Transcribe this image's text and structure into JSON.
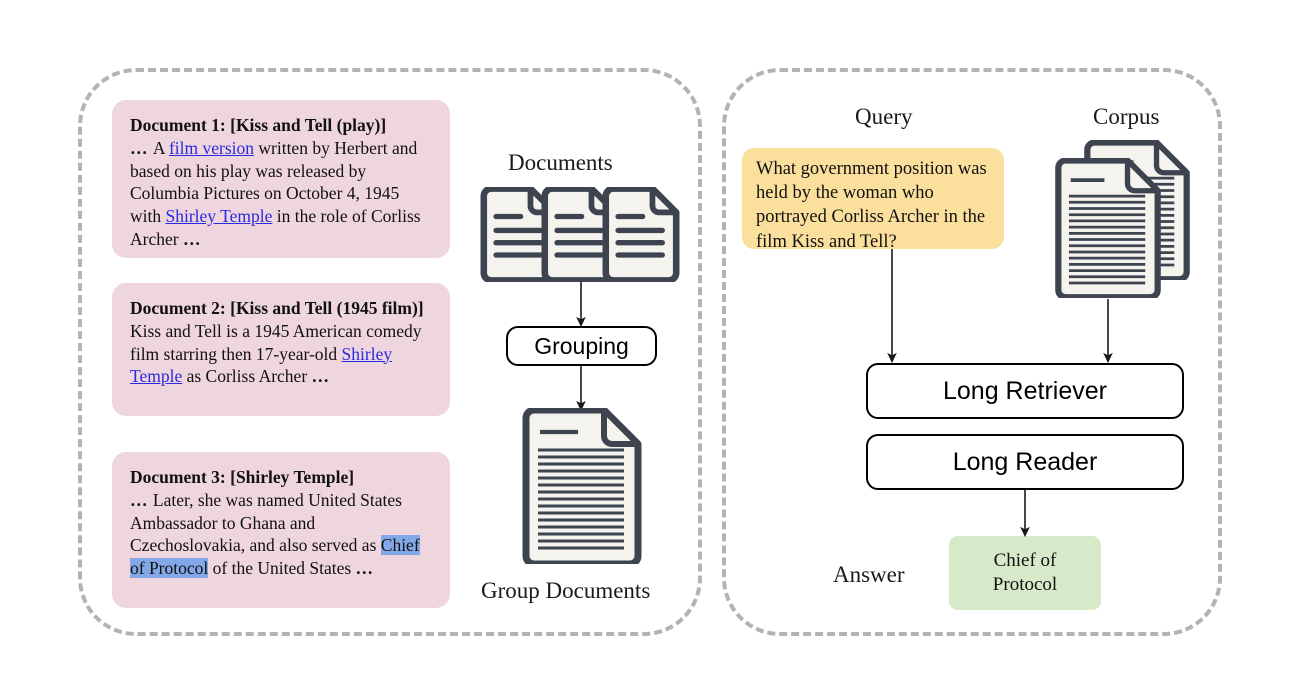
{
  "panels": {
    "left_name": "grouping-stage-panel",
    "right_name": "retrieval-stage-panel"
  },
  "left_panel": {
    "documents": [
      {
        "title": "Document 1: [Kiss and Tell (play)]",
        "body_plain": "… A film version written by Herbert and based on his play was released by Columbia Pictures on October 4, 1945 with Shirley Temple in the role of Corliss Archer …",
        "links": [
          "film version",
          "Shirley Temple"
        ],
        "highlights": []
      },
      {
        "title": "Document 2: [Kiss and Tell (1945 film)]",
        "body_plain": "Kiss and Tell is a 1945 American comedy film starring then 17-year-old Shirley Temple as Corliss Archer …",
        "links": [
          "Shirley Temple"
        ],
        "highlights": []
      },
      {
        "title": "Document 3: [Shirley Temple]",
        "body_plain": "… Later, she was named United States Ambassador to Ghana and Czechoslovakia, and also served as Chief of Protocol of the United States …",
        "links": [],
        "highlights": [
          "Chief of Protocol"
        ]
      }
    ],
    "doc1": {
      "title": "Document 1: [Kiss and Tell (play)]",
      "t0": "… ",
      "t1": "A ",
      "link1": "film version",
      "t2": " written by Herbert and based on his play was released by Columbia Pictures on October 4, 1945 with ",
      "link2": "Shirley Temple",
      "t3": " in the role of Corliss Archer ",
      "t4": "…"
    },
    "doc2": {
      "title": "Document 2: [Kiss and Tell (1945 film)]",
      "t1": "Kiss and Tell is a 1945 American comedy film starring then 17-year-old ",
      "link1": "Shirley Temple",
      "t2": " as Corliss Archer ",
      "t3": "…"
    },
    "doc3": {
      "title": "Document 3: [Shirley Temple]",
      "t0": "… ",
      "t1": "Later, she was named United States Ambassador to Ghana and Czechoslovakia, and also served as ",
      "hl1": "Chief of Protocol",
      "t2": " of the United States ",
      "t3": "…"
    },
    "flow": {
      "documents_label": "Documents",
      "grouping_label": "Grouping",
      "group_documents_label": "Group Documents"
    }
  },
  "right_panel": {
    "query_label": "Query",
    "corpus_label": "Corpus",
    "answer_label": "Answer",
    "query_text": "What government position was held by the woman who portrayed Corliss Archer in the film Kiss and Tell?",
    "long_retriever_label": "Long Retriever",
    "long_reader_label": "Long Reader",
    "answer_text": "Chief of Protocol",
    "answer_line1": "Chief of",
    "answer_line2": "Protocol"
  },
  "colors": {
    "document_card_pink": "#eed5de",
    "query_yellow": "#fbdf9c",
    "answer_green": "#d6e9c9",
    "highlight_blue": "#82a8e8",
    "link_blue": "#2a2ae0",
    "panel_dash_gray": "#b3b3b3",
    "icon_outline": "#3d4450",
    "icon_fill": "#f4f3ee"
  },
  "icons": {
    "document_icon": "document-page-icon",
    "group_document_icon": "group-document-icon",
    "corpus_icon": "corpus-stacked-documents-icon",
    "arrow": "arrow-down-icon"
  }
}
